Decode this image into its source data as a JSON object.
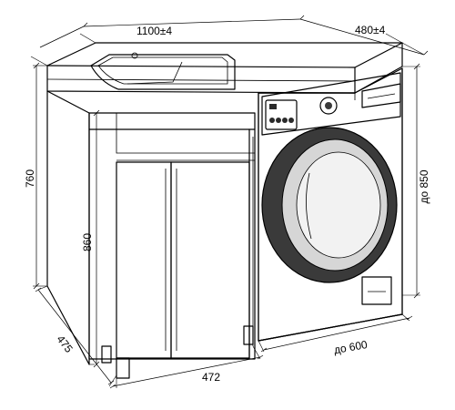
{
  "dimensions": {
    "total_width": "1100±4",
    "depth": "480±4",
    "cabinet_height": "760",
    "total_height": "до 850",
    "inner_height": "860",
    "cabinet_depth": "475",
    "cabinet_width": "472",
    "washer_width": "до 600"
  },
  "colors": {
    "line": "#000000",
    "washer_fill": "#d6d6d6",
    "washer_dark": "#3a3a3a",
    "drum_glass": "#f2f2f2"
  }
}
